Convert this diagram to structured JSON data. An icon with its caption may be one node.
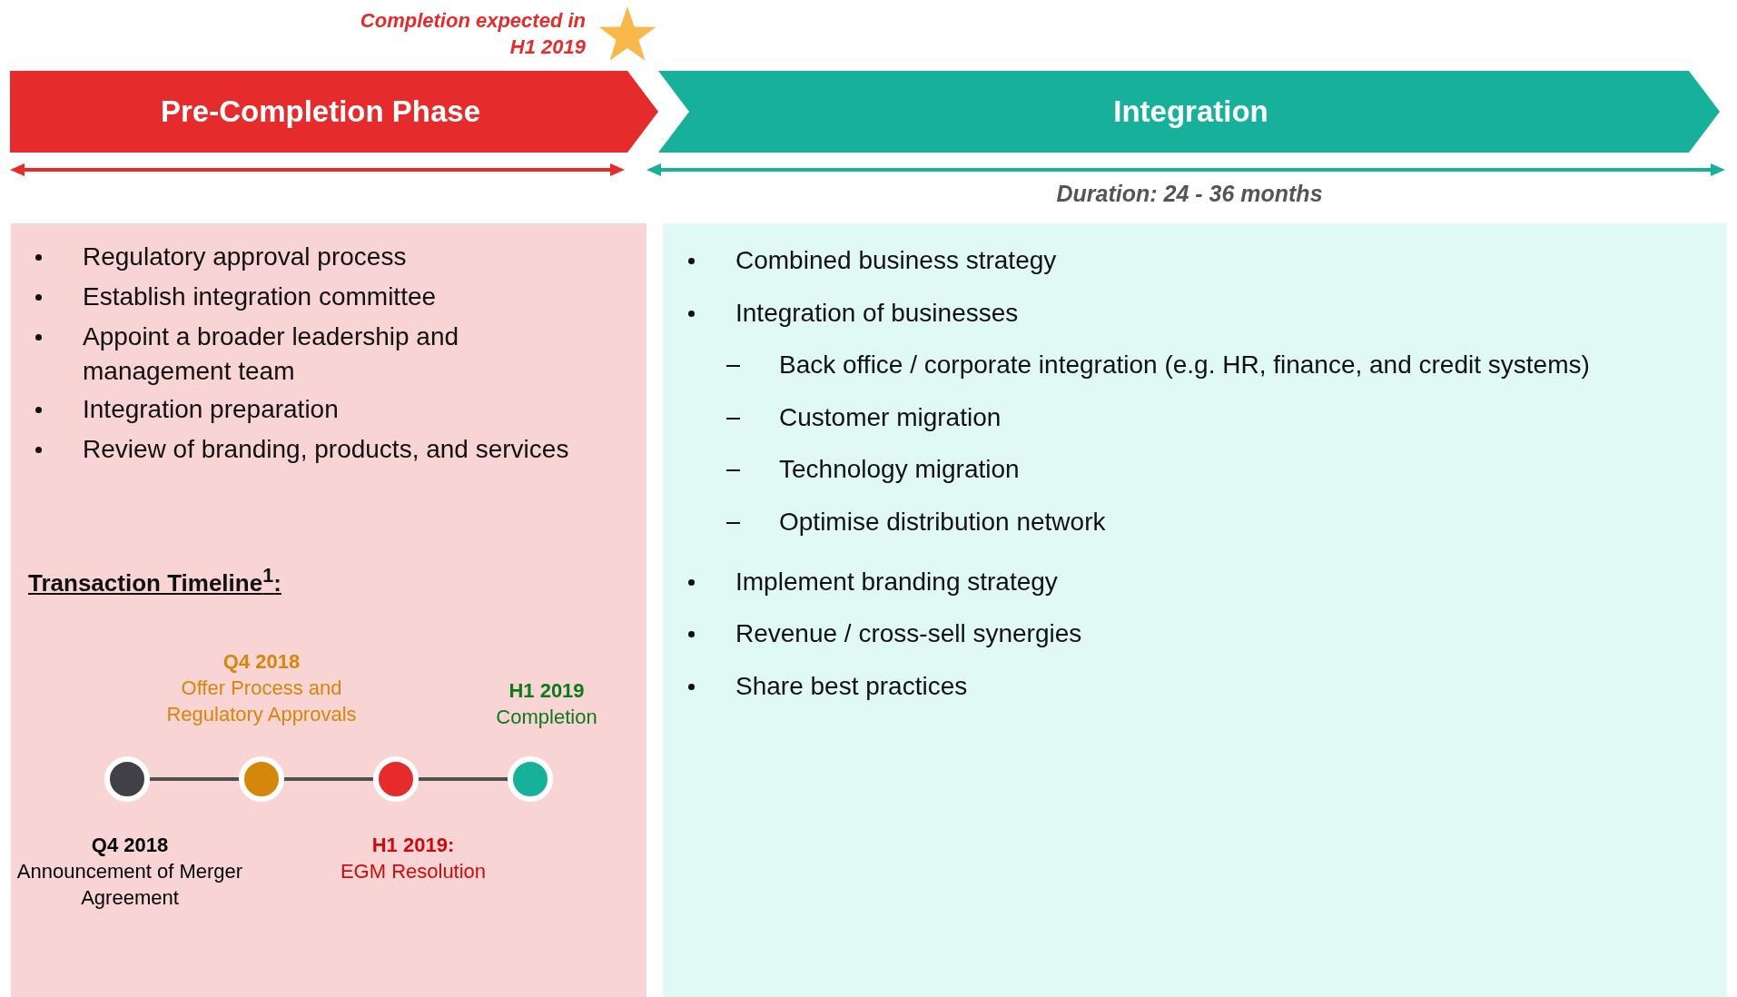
{
  "diagram": {
    "nodes": [
      {
        "text": [
          "Pre-Completion Phase"
        ]
      },
      {
        "text": [
          "Integration"
        ]
      },
      {
        "text": [
          "Regulatory approval process",
          "Establish integration committee",
          "Appoint a broader leadership and management team",
          "Integration preparation",
          "Review of branding, products, and services",
          "Transaction Timeline$^{1}$:"
        ]
      },
      {
        "text": [
          "Combined business strategy",
          "Integration of businesses",
          "Back office / corporate integration (e.g. HR, finance, and credit systems)",
          "Customer migration",
          "Technology migration",
          "Optimise distribution network",
          "Implement branding strategy",
          "Revenue / cross-sell synergies",
          "Share best practices"
        ]
      },
      {
        "text": [],
        "shape": "circle",
        "in": 2,
        "beside": [
          "Q4 2018",
          "Announcement of Merger Agreement"
        ]
      },
      {
        "text": [],
        "shape": "circle",
        "in": 2,
        "beside": [
          "Q4 2018",
          "Offer Process and Regulatory Approvals"
        ]
      },
      {
        "text": [],
        "shape": "circle",
        "in": 2,
        "beside": [
          "H1 2019:",
          "EGM Resolution"
        ]
      },
      {
        "text": [],
        "shape": "circle",
        "in": 2,
        "beside": [
          "H1 2019",
          "Completion"
        ]
      }
    ],
    "edges": [
      {
        "from": 4,
        "to": 5,
        "arrow": "none"
      },
      {
        "from": 5,
        "to": 6,
        "arrow": "none"
      },
      {
        "from": 6,
        "to": 7,
        "arrow": "none"
      }
    ],
    "labels": [
      "Completion expected in H1 2019",
      "Duration: 24 - 36 months"
    ]
  }
}
